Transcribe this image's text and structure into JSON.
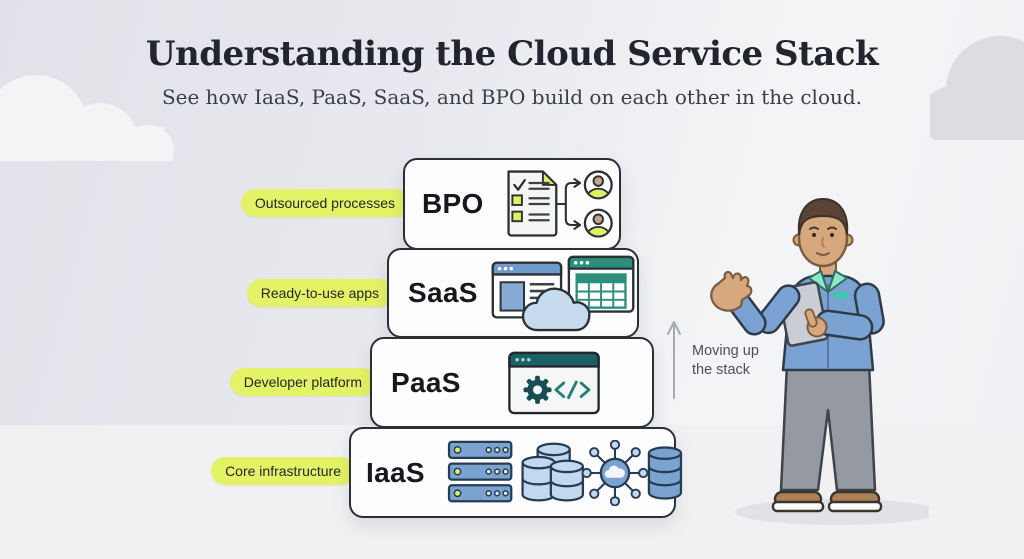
{
  "header": {
    "title": "Understanding the Cloud Service Stack",
    "subtitle": "See how IaaS, PaaS, SaaS, and BPO build on each other in the cloud."
  },
  "stack": {
    "layers": [
      {
        "id": "bpo",
        "label": "BPO",
        "tag": "Outsourced processes",
        "icons": [
          "checklist-document-icon",
          "split-arrows-icon",
          "user-circle-icon",
          "user-circle-icon"
        ]
      },
      {
        "id": "saas",
        "label": "SaaS",
        "tag": "Ready-to-use apps",
        "icons": [
          "app-window-icon",
          "spreadsheet-window-icon",
          "cloud-icon"
        ]
      },
      {
        "id": "paas",
        "label": "PaaS",
        "tag": "Developer platform",
        "icons": [
          "gear-code-window-icon"
        ]
      },
      {
        "id": "iaas",
        "label": "IaaS",
        "tag": "Core infrastructure",
        "icons": [
          "server-rack-icon",
          "database-stack-icon",
          "network-hub-icon",
          "database-icon"
        ]
      }
    ]
  },
  "annotation": {
    "label": "Moving up the stack"
  },
  "illustration": {
    "name": "presenter-with-tablet"
  },
  "colors": {
    "highlight_pill": "#e4f366",
    "accent_teal": "#2a8f7c",
    "accent_teal_dark": "#1b6064",
    "accent_blue": "#7ba3d0",
    "accent_blue_light": "#c2d8ee",
    "card_border": "#2b2f36",
    "title_text": "#23252e",
    "background_sky": "#e8e9ee",
    "background_floor": "#f1f1f3",
    "shirt_blue": "#7aa3d4",
    "collar_mint": "#8ce8c9"
  }
}
